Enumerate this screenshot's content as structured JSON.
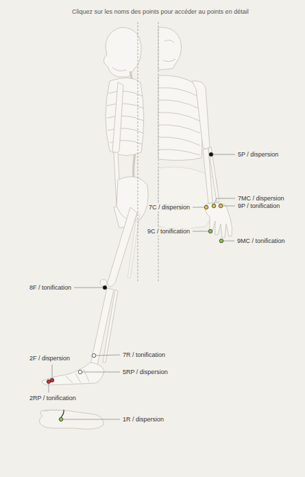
{
  "diagram": {
    "title": "Cliquez sur les noms des points pour accéder au points en détail",
    "labels": [
      "5P / dispersion",
      "7MC / dispersion",
      "7C / dispersion",
      "9P / tonification",
      "9C / tonification",
      "9MC / tonification",
      "8F / tonification",
      "2F / dispersion",
      "7R / tonification",
      "5RP / dispersion",
      "2RP / tonification",
      "1R / dispersion"
    ]
  }
}
